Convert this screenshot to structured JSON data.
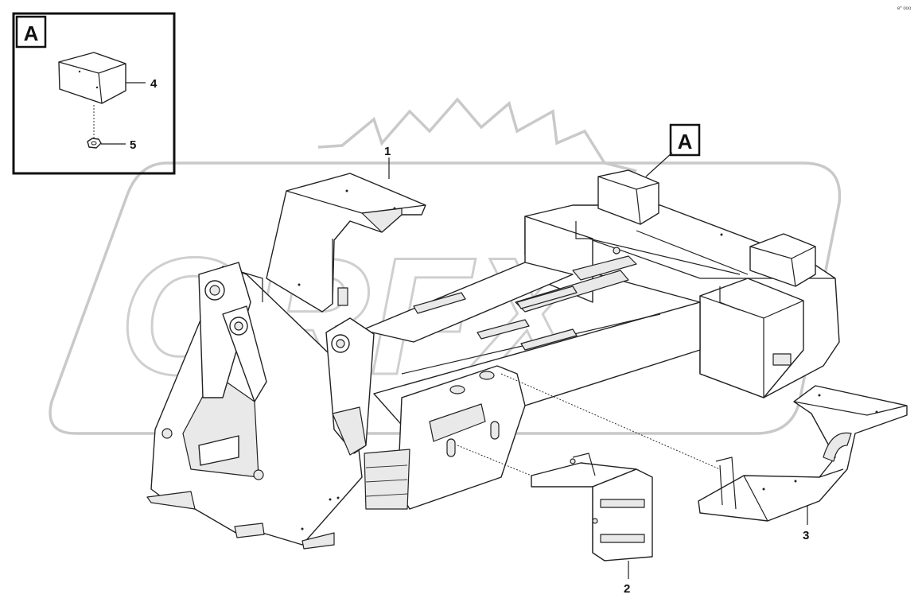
{
  "corner_code": "e* ooo",
  "detail_box": {
    "title": "A",
    "callouts": [
      {
        "label": "4",
        "part": "counterweight block"
      },
      {
        "label": "5",
        "part": "nut"
      }
    ]
  },
  "main_view": {
    "detail_reference": "A",
    "callouts": [
      {
        "label": "1"
      },
      {
        "label": "2"
      },
      {
        "label": "3"
      }
    ]
  },
  "watermark": "ORFX"
}
